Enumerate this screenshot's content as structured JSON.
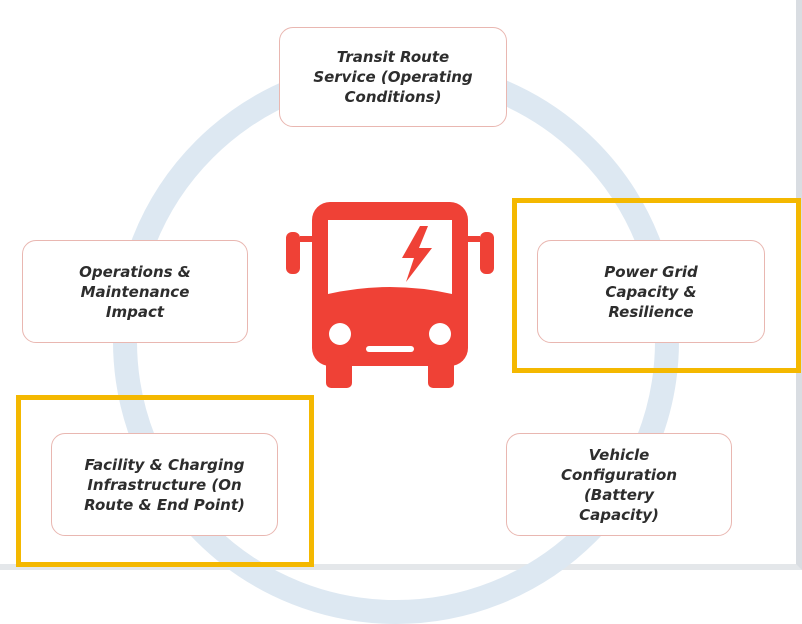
{
  "diagram": {
    "nodes": [
      {
        "id": "transit",
        "label": "Transit Route\nService (Operating\nConditions)"
      },
      {
        "id": "operations",
        "label": "Operations &\nMaintenance\nImpact"
      },
      {
        "id": "power",
        "label": "Power Grid\nCapacity &\nResilience"
      },
      {
        "id": "facility",
        "label": "Facility & Charging\nInfrastructure (On\nRoute & End Point)"
      },
      {
        "id": "vehicle",
        "label": "Vehicle\nConfiguration\n(Battery\nCapacity)"
      }
    ],
    "highlighted": [
      "power",
      "facility"
    ],
    "center_icon": "electric-bus-icon",
    "colors": {
      "icon": "#ef4136",
      "ring": "#dde8f2",
      "node_border": "#e9b7b1",
      "highlight": "#f4b800",
      "text": "#2d2d2d"
    }
  }
}
